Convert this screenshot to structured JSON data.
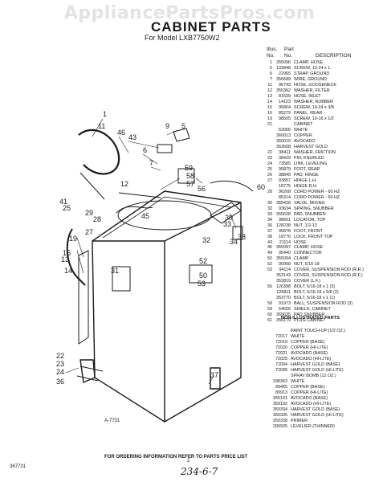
{
  "watermark": "AppliancePartsPros.com",
  "title": "CABINET PARTS",
  "subtitle": "For Model LXB7750W2",
  "columns": {
    "illus": "Illus.\nNo.",
    "part": "Part\nNo.",
    "description": "DESCRIPTION"
  },
  "parts": [
    {
      "fig": "1",
      "pn": "355096",
      "desc": "CLAMP, HOSE"
    },
    {
      "fig": "5",
      "pn": "133848",
      "desc": "SCREW, 10-24 x 1"
    },
    {
      "fig": "6",
      "pn": "22965",
      "desc": "STRAP, GROUND"
    },
    {
      "fig": "7",
      "pn": "356689",
      "desc": "WIRE, GROUND"
    },
    {
      "fig": "11",
      "pn": "96743",
      "desc": "HOSE, GOOSENECK"
    },
    {
      "fig": "12",
      "pn": "355362",
      "desc": "WASHER, FILTER"
    },
    {
      "fig": "13",
      "pn": "81539",
      "desc": "HOSE, INLET"
    },
    {
      "fig": "14",
      "pn": "14123",
      "desc": "WASHER, RUBBER"
    },
    {
      "fig": "15",
      "pn": "96864",
      "desc": "SCREW, 10-24 x 3/8"
    },
    {
      "fig": "16",
      "pn": "85279",
      "desc": "PANEL, REAR"
    },
    {
      "fig": "19",
      "pn": "98605",
      "desc": "SCREW, 10-16 x 1/2"
    },
    {
      "fig": "21",
      "pn": "",
      "desc": "CABINET"
    },
    {
      "fig": "",
      "pn": "52066",
      "desc": "WHITE"
    },
    {
      "fig": "",
      "pn": "360013",
      "desc": "COPPER"
    },
    {
      "fig": "",
      "pn": "360015",
      "desc": "AVOCADO"
    },
    {
      "fig": "",
      "pn": "363608",
      "desc": "HARVEST GOLD"
    },
    {
      "fig": "22",
      "pn": "98411",
      "desc": "WASHER, FRICTION"
    },
    {
      "fig": "23",
      "pn": "38429",
      "desc": "PIN, KNURLED"
    },
    {
      "fig": "24",
      "pn": "73585",
      "desc": "LINK, LEVELING"
    },
    {
      "fig": "25",
      "pn": "95879",
      "desc": "FOOT, REAR"
    },
    {
      "fig": "26",
      "pn": "38849",
      "desc": "PAD, HINGE"
    },
    {
      "fig": "27",
      "pn": "93857",
      "desc": "HINGE L.H."
    },
    {
      "fig": "",
      "pn": "18775",
      "desc": "HINGE R.H."
    },
    {
      "fig": "28",
      "pn": "96268",
      "desc": "CORD POWER - 60 HZ"
    },
    {
      "fig": "",
      "pn": "85314",
      "desc": "CORD POWER - 50 HZ"
    },
    {
      "fig": "30",
      "pn": "365428",
      "desc": "VALVE, MIXING"
    },
    {
      "fig": "32",
      "pn": "93634",
      "desc": "SPRING, SNUBBER"
    },
    {
      "fig": "33",
      "pn": "365628",
      "desc": "PAD, SNUBBER"
    },
    {
      "fig": "34",
      "pn": "98661",
      "desc": "LOCATOR, TOP"
    },
    {
      "fig": "36",
      "pn": "128238",
      "desc": "NUT, 1/2-13"
    },
    {
      "fig": "37",
      "pn": "95878",
      "desc": "FOOT, FRONT"
    },
    {
      "fig": "38",
      "pn": "18776",
      "desc": "LOCK, FRONT TOP"
    },
    {
      "fig": "43",
      "pn": "21114",
      "desc": "HOSE"
    },
    {
      "fig": "46",
      "pn": "355097",
      "desc": "CLAMP, HOSE"
    },
    {
      "fig": "49",
      "pn": "95440",
      "desc": "CONNECTOR"
    },
    {
      "fig": "50",
      "pn": "355094",
      "desc": "CLAMP"
    },
    {
      "fig": "52",
      "pn": "90968",
      "desc": "NUT, 5/16-18"
    },
    {
      "fig": "53",
      "pn": "94114",
      "desc": "COVER, SUSPENSION ROD (R.R.)"
    },
    {
      "fig": "",
      "pn": "353143",
      "desc": "COVER, SUSPENSION ROD (R.F.)"
    },
    {
      "fig": "",
      "pn": "352819",
      "desc": "COVER (L.F.)"
    },
    {
      "fig": "56",
      "pn": "126398",
      "desc": "BOLT, 5/16-18 x 1 (3)"
    },
    {
      "fig": "",
      "pn": "126811",
      "desc": "BOLT, 5/16-18 x 5/8 (2)"
    },
    {
      "fig": "",
      "pn": "353770",
      "desc": "BOLT, 5/16-18 x 1 (1)"
    },
    {
      "fig": "58",
      "pn": "91973",
      "desc": "BALL, SUSPENSION ROD (3)"
    },
    {
      "fig": "59",
      "pn": "54656",
      "desc": "SHIELD, CABINET"
    },
    {
      "fig": "60",
      "pn": "365635",
      "desc": "PAD SNUBBER"
    },
    {
      "fig": "61",
      "pn": "356179",
      "desc": "PLUG CABINET"
    }
  ],
  "nsl_title": "NON-ILLUSTRATED PARTS",
  "nsl": [
    {
      "pn": "",
      "desc": "PAINT TOUCH-UP (1/2 OZ.)"
    },
    {
      "pn": "72017",
      "desc": "WHITE"
    },
    {
      "pn": "72019",
      "desc": "COPPER (BASE)"
    },
    {
      "pn": "72020",
      "desc": "COPPER (HI-LITE)"
    },
    {
      "pn": "72021",
      "desc": "AVOCADO (BASE)"
    },
    {
      "pn": "72025",
      "desc": "AVOCADO (HI-LITE)"
    },
    {
      "pn": "72094",
      "desc": "HARVEST GOLD (BASE)"
    },
    {
      "pn": "72095",
      "desc": "HARVEST GOLD (HI-LITE)"
    },
    {
      "pn": "",
      "desc": "SPRAY BOMB (12 OZ.)"
    },
    {
      "pn": "298363",
      "desc": "WHITE"
    },
    {
      "pn": "89465",
      "desc": "COPPER (BASE)"
    },
    {
      "pn": "89913",
      "desc": "COPPER (HI-LITE)"
    },
    {
      "pn": "355191",
      "desc": "AVOCADO (BASE)"
    },
    {
      "pn": "359192",
      "desc": "AVOCADO (HI-LITE)"
    },
    {
      "pn": "359334",
      "desc": "HARVEST GOLD (BASE)"
    },
    {
      "pn": "350335",
      "desc": "HARVEST GOLD (HI-LITE)"
    },
    {
      "pn": "350338",
      "desc": "PRIMER"
    },
    {
      "pn": "206925",
      "desc": "LEVELIER (THINNER)"
    }
  ],
  "diagram_label": "A-7731",
  "callouts": [
    "1",
    "46",
    "43",
    "5",
    "11",
    "6",
    "7",
    "9",
    "12",
    "59",
    "58",
    "57",
    "56",
    "60",
    "41",
    "29",
    "28",
    "27",
    "19",
    "45",
    "25",
    "15",
    "13",
    "14",
    "31",
    "32",
    "30",
    "52",
    "50",
    "53",
    "33",
    "34",
    "38",
    "22",
    "23",
    "24",
    "36",
    "37"
  ],
  "footer_note": "FOR ORDERING INFORMATION REFER TO PARTS PRICE LIST",
  "doc_number": "367731",
  "page_number": "2",
  "handwritten_note": "234-6-7"
}
